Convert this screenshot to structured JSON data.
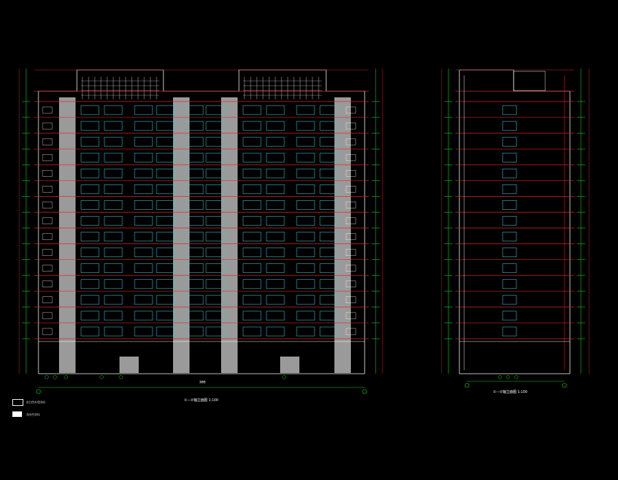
{
  "drawing": {
    "front_elevation": {
      "title": "①—②轴立面图",
      "scale": "1:100",
      "axis_start": "①",
      "axis_end": "②",
      "total_dim": "3θθ"
    },
    "side_elevation": {
      "title": "①—②轴立面图",
      "scale": "1:100",
      "axis_start": "①",
      "axis_end": "②"
    },
    "legend": [
      {
        "swatch": "outline",
        "text": "灰白色外墙涂料"
      },
      {
        "swatch": "filled",
        "text": "浅灰色涂料"
      }
    ],
    "colors": {
      "background": "#000000",
      "outline": "#ffffff",
      "floor_lines": "#e0262a",
      "level_lines": "#19d81f",
      "windows": "#39c8d2",
      "gray_bands": "#9a9a9a",
      "text": "#ffffff"
    },
    "floors": 16
  }
}
